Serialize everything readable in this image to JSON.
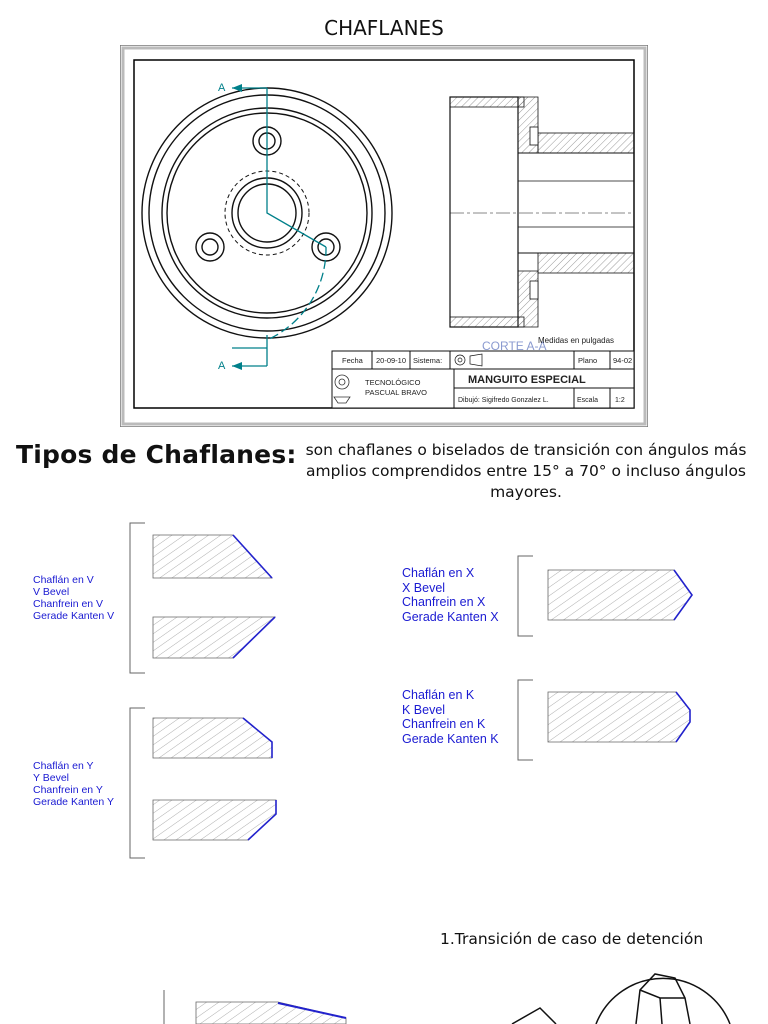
{
  "page": {
    "title": "CHAFLANES",
    "heading": "Tipos de Chaflanes:",
    "description": "son chaflanes o biselados de transición con ángulos más amplios comprendidos entre 15° a 70° o incluso ángulos mayores.",
    "caption_1": "1.Transición de caso de detención"
  },
  "drawing": {
    "section_marker_top": "A",
    "section_marker_bottom": "A",
    "section_label": "CORTE A-A",
    "units_note": "Medidas en pulgadas",
    "fecha_label": "Fecha",
    "fecha_value": "20-09-10",
    "sistema_label": "Sistema:",
    "plano_label": "Plano",
    "plano_value": "94-02",
    "institution_line1": "TECNOLÓGICO",
    "institution_line2": "PASCUAL BRAVO",
    "part_name": "MANGUITO ESPECIAL",
    "dibujo": "Dibujó: Sigifredo Gonzalez L.",
    "escala_label": "Escala",
    "escala_value": "1:2"
  },
  "bevel_types": {
    "v": [
      "Chaflán en V",
      "V Bevel",
      "Chanfrein en V",
      "Gerade Kanten V"
    ],
    "y": [
      "Chaflán en Y",
      "Y Bevel",
      "Chanfrein en Y",
      "Gerade Kanten Y"
    ],
    "x": [
      "Chaflán en X",
      "X Bevel",
      "Chanfrein en X",
      "Gerade Kanten X"
    ],
    "k": [
      "Chaflán en K",
      "K Bevel",
      "Chanfrein en K",
      "Gerade Kanten K"
    ]
  },
  "colors": {
    "label_blue": "#1a1ad2",
    "bevel_edge": "#1a1ad2",
    "section_line": "#00808a"
  }
}
